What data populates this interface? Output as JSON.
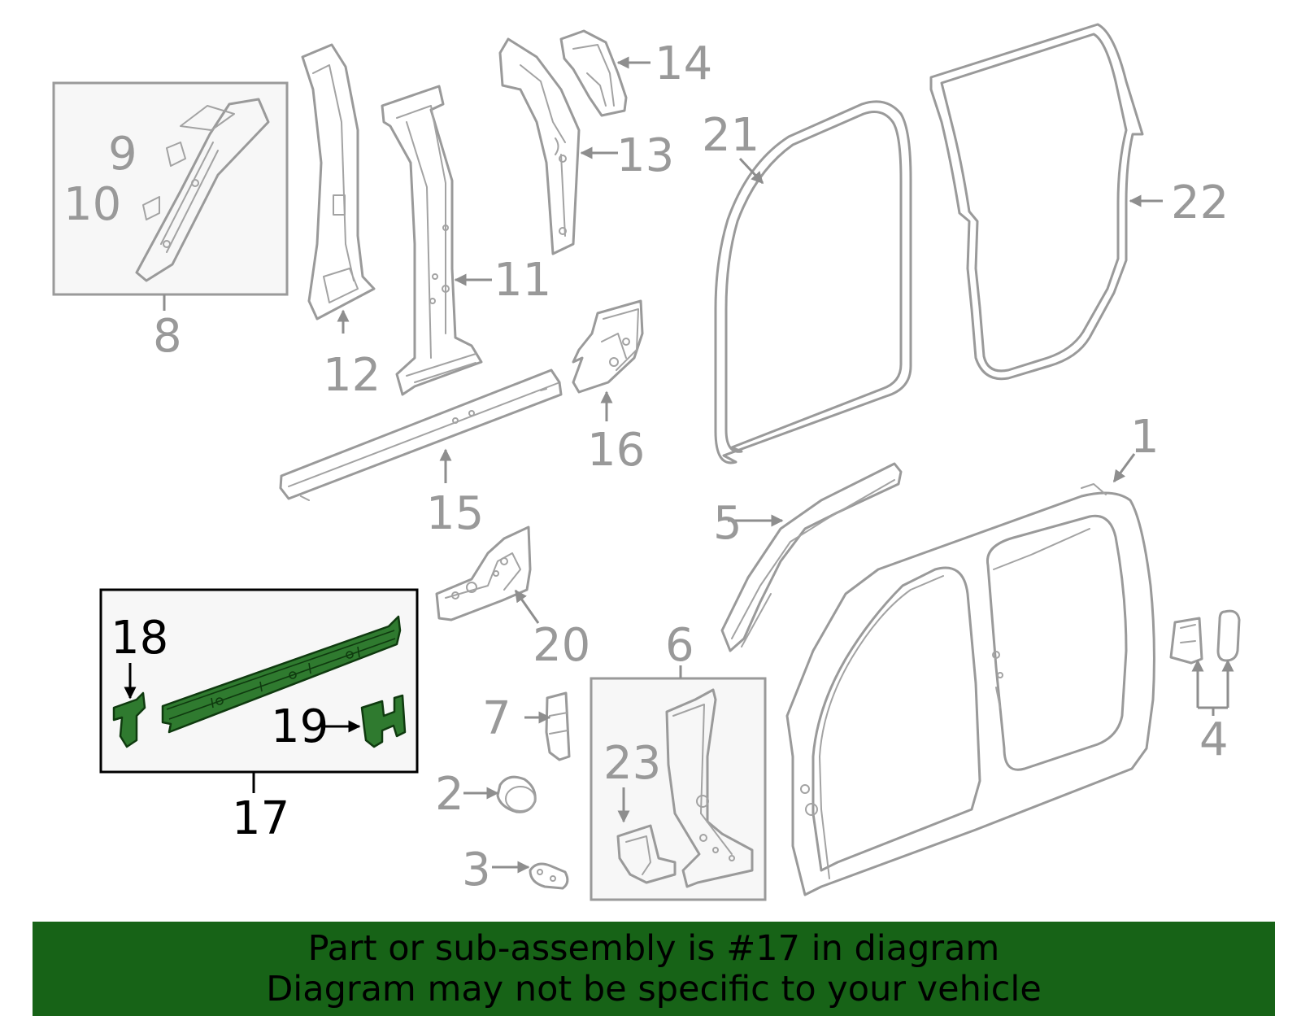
{
  "diagram": {
    "callouts": [
      "1",
      "2",
      "3",
      "4",
      "5",
      "6",
      "7",
      "8",
      "9",
      "10",
      "11",
      "12",
      "13",
      "14",
      "15",
      "16",
      "17",
      "18",
      "19",
      "20",
      "21",
      "22",
      "23"
    ],
    "highlighted_callout": "17",
    "highlight_color": "#176317"
  },
  "banner": {
    "line1": "Part or sub-assembly is #17 in diagram",
    "line2": "Diagram may not be specific to your vehicle"
  }
}
